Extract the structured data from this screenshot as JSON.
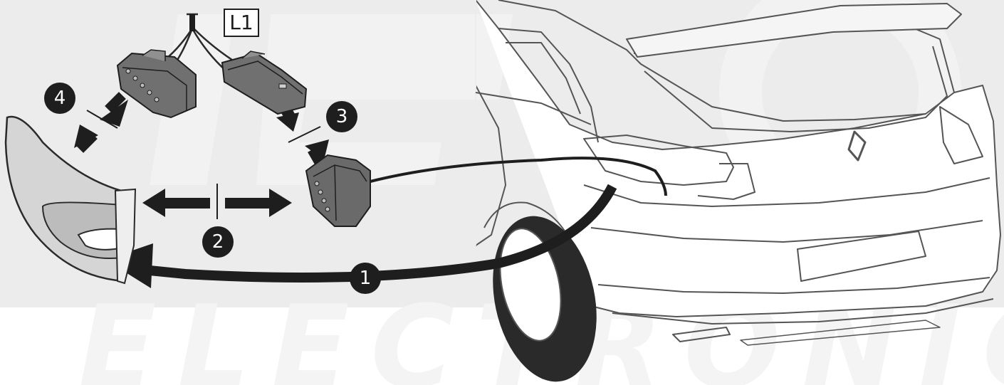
{
  "watermark": {
    "text": "ELECTRONICS"
  },
  "wire_label": "L1",
  "steps": [
    {
      "number": "1"
    },
    {
      "number": "2"
    },
    {
      "number": "3"
    },
    {
      "number": "4"
    }
  ],
  "colors": {
    "background_band": "#ececec",
    "ink": "#1e1e1e",
    "connector": "#6a6a6a",
    "lamp_body": "#d8d8d8",
    "car_line": "#555555"
  },
  "icons": [
    "tail-lamp-icon",
    "connector-icon",
    "car-rear-icon",
    "arrow-icon",
    "wire-icon"
  ]
}
